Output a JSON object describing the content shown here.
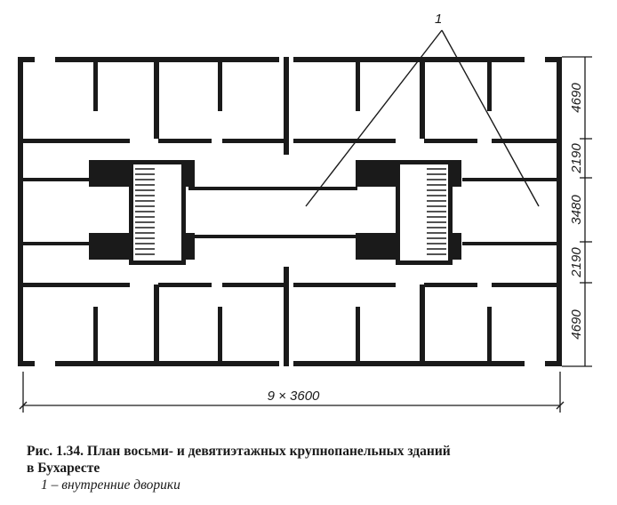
{
  "drawing": {
    "callout_label": "1",
    "overall_dimension": "9 × 3600",
    "side_dimensions": [
      "4690",
      "2190",
      "3480",
      "2190",
      "4690"
    ]
  },
  "caption": {
    "figure_number": "Рис. 1.34.",
    "title": "План восьми- и девятиэтажных крупнопанельных зданий",
    "title_line2": "в Бухаресте",
    "legend_number": "1",
    "legend_text": "– внутренние дворики"
  }
}
